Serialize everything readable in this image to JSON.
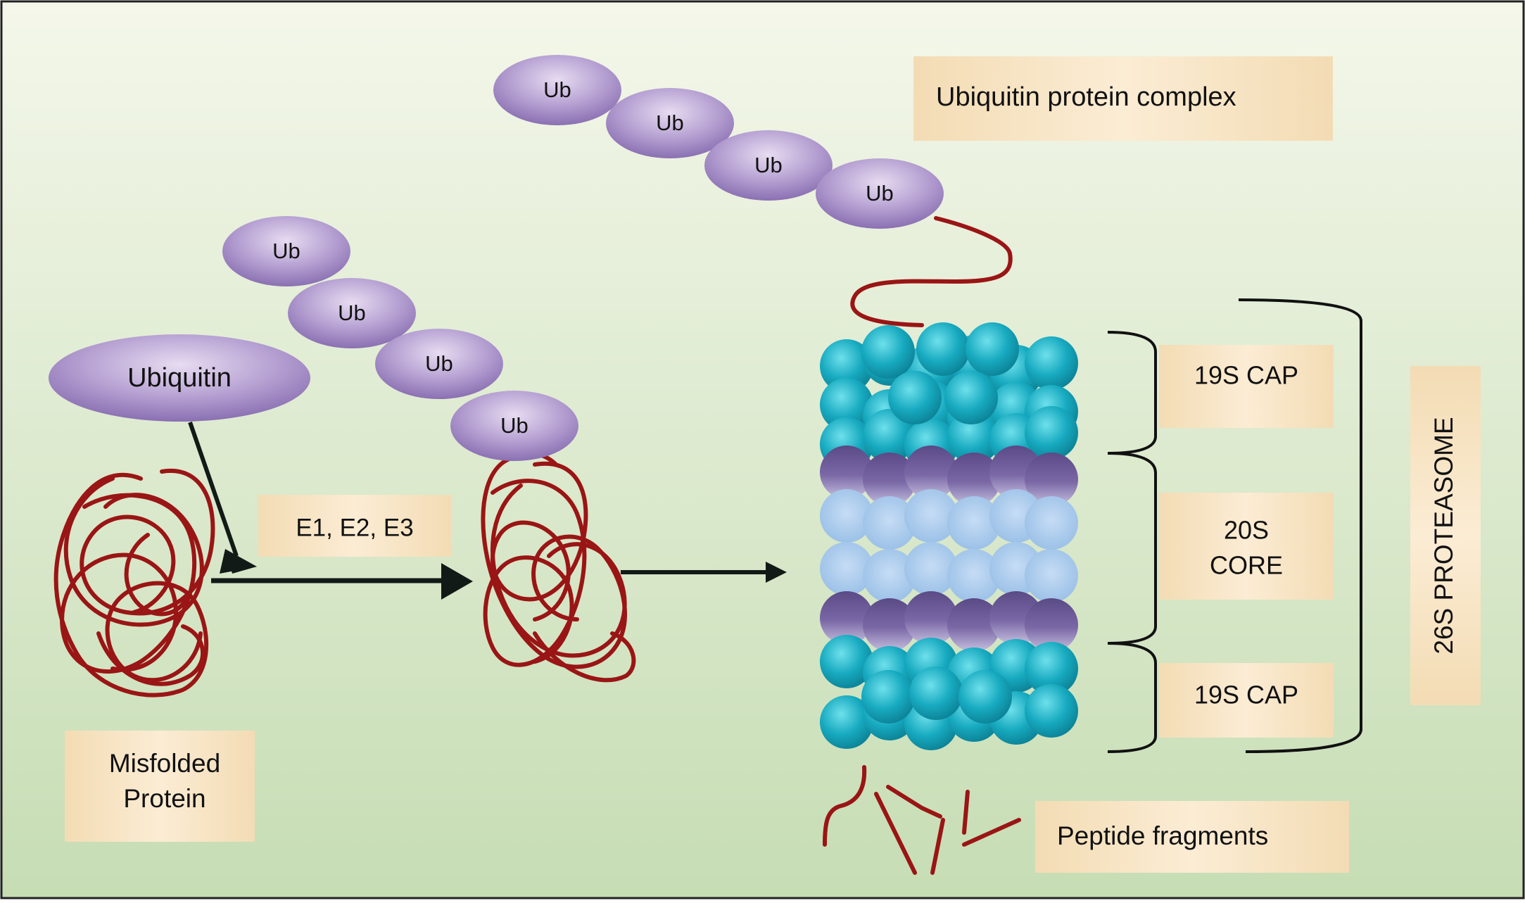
{
  "ubiquitin_label": "Ubiquitin",
  "ub_label": "Ub",
  "enzymes_label": "E1, E2, E3",
  "misfolded_label": [
    "Misfolded",
    "Protein"
  ],
  "complex_label": "Ubiquitin protein complex",
  "cap_top_label": "19S CAP",
  "core_label": [
    "20S",
    "CORE"
  ],
  "cap_bottom_label": "19S CAP",
  "proteasome_label": "26S PROTEASOME",
  "fragments_label": "Peptide fragments",
  "colors": {
    "background_top": "#f4f7ea",
    "background_bottom": "#c9dfb8",
    "label_box": "#f6e1bd",
    "ubiquitin": "#a58cc4",
    "protein_strand": "#9a1515",
    "cap_sphere": "#13a9bf",
    "ring_sphere": "#6c5a94",
    "core_sphere": "#a9c8ea",
    "arrow": "#121a17"
  }
}
